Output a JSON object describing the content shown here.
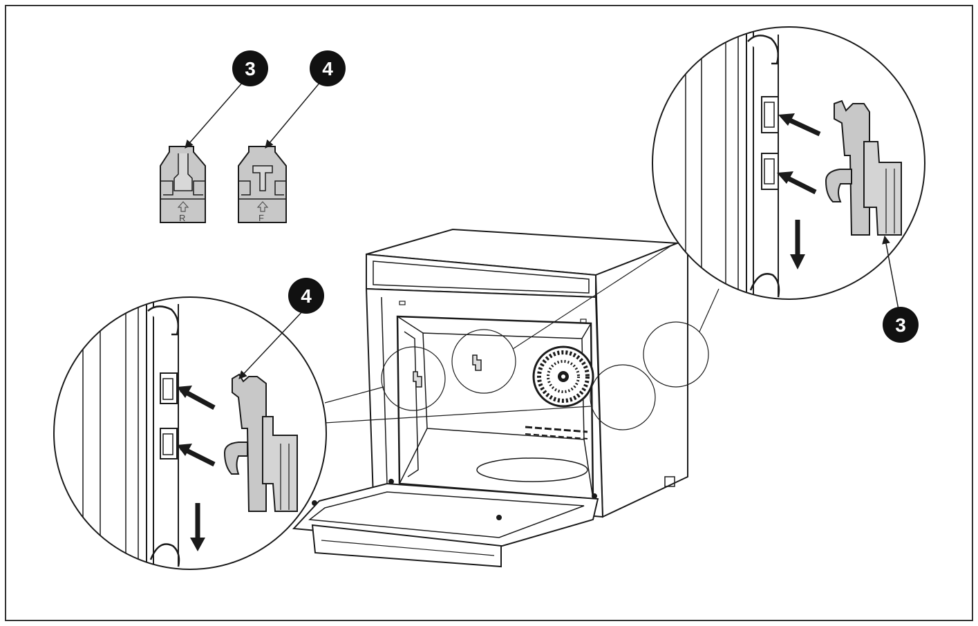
{
  "callouts": {
    "top_left_3": "3",
    "top_left_4": "4",
    "zoom_left_4": "4",
    "zoom_right_3": "3"
  },
  "clips": {
    "rear_letter": "R",
    "front_letter": "F"
  },
  "colors": {
    "line": "#1a1a1a",
    "clip_fill": "#c8c8c8",
    "callout_fill": "#111111",
    "background": "#ffffff"
  }
}
